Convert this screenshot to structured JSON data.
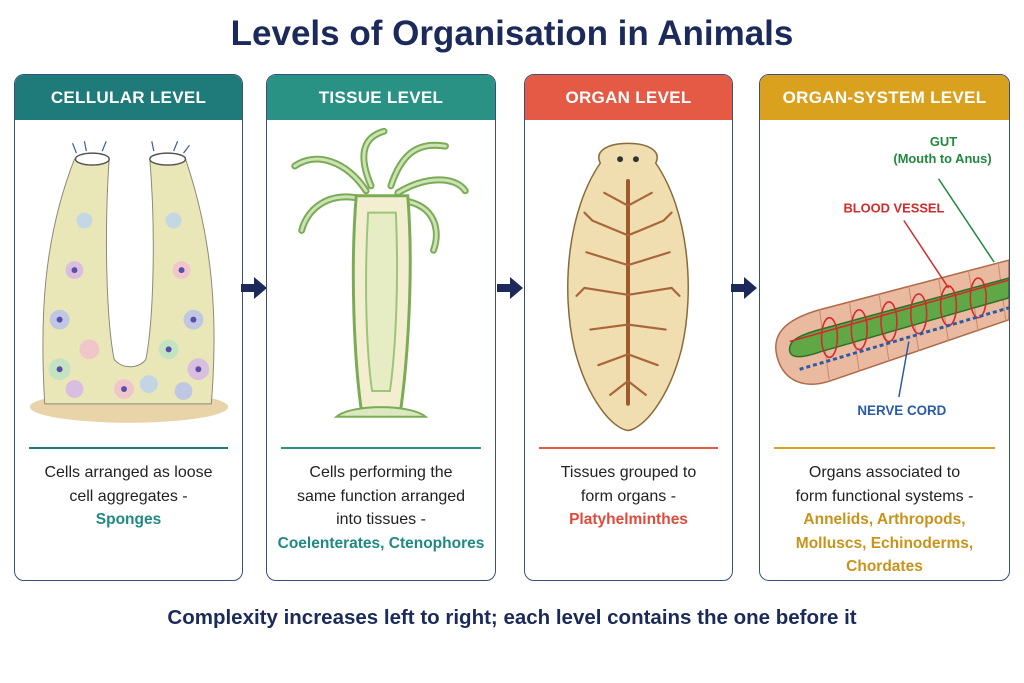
{
  "title": "Levels of Organisation in Animals",
  "footer": "Complexity increases left to right; each level contains the one before it",
  "levels": [
    {
      "heading": "CELLULAR LEVEL",
      "desc_lines": [
        "Cells arranged as loose",
        "cell aggregates -"
      ],
      "example_lines": [
        "Sponges"
      ],
      "color": "#1f7a7a"
    },
    {
      "heading": "TISSUE LEVEL",
      "desc_lines": [
        "Cells performing the",
        "same function arranged",
        "into tissues -"
      ],
      "example_lines": [
        "Coelenterates, Ctenophores"
      ],
      "color": "#2a9185"
    },
    {
      "heading": "ORGAN LEVEL",
      "desc_lines": [
        "Tissues grouped to",
        "form organs -"
      ],
      "example_lines": [
        "Platyhelminthes"
      ],
      "color": "#e45a44"
    },
    {
      "heading": "ORGAN-SYSTEM LEVEL",
      "desc_lines": [
        "Organs associated to",
        "form functional systems -"
      ],
      "example_lines": [
        "Annelids, Arthropods,",
        "Molluscs, Echinoderms,",
        "Chordates"
      ],
      "color": "#d9a11e"
    }
  ],
  "labels": {
    "gut": "GUT",
    "gut_sub": "(Mouth to Anus)",
    "blood_vessel": "BLOOD VESSEL",
    "nerve_cord": "NERVE CORD"
  },
  "label_colors": {
    "gut": "#1e8a3a",
    "blood_vessel": "#d42a2a",
    "nerve_cord": "#2a5aa8"
  },
  "icons": [
    "right-arrow-icon"
  ]
}
